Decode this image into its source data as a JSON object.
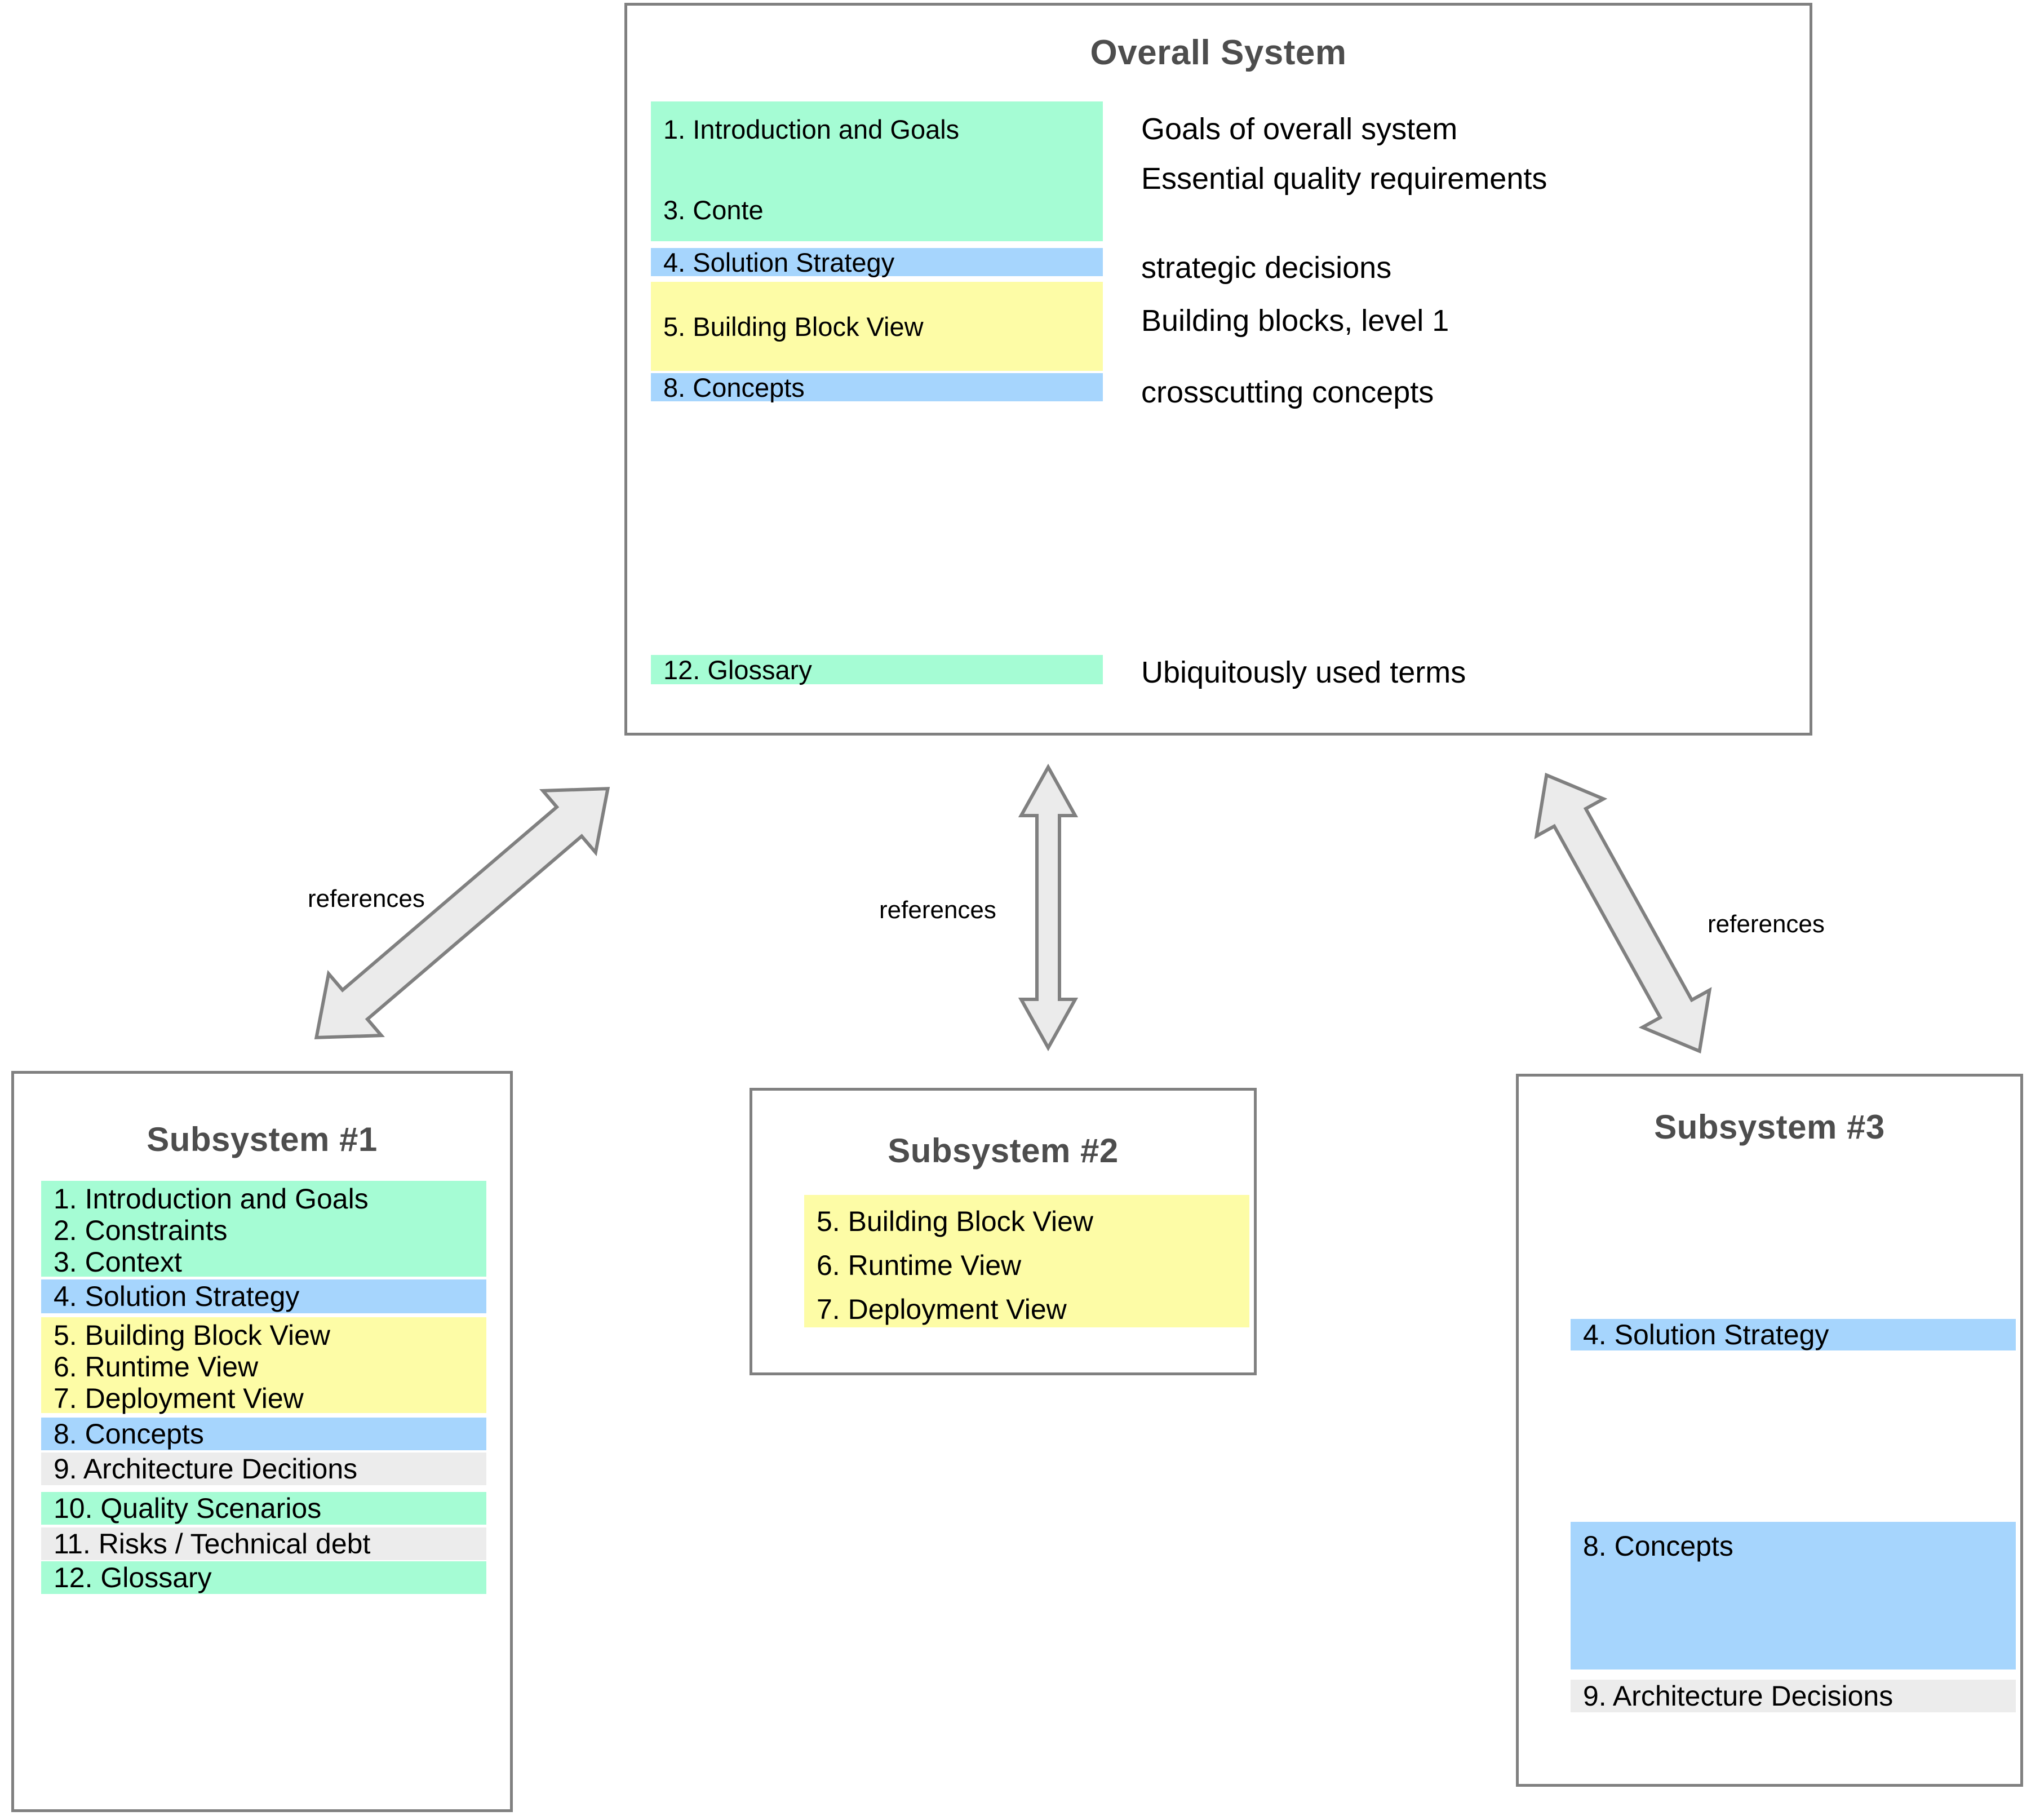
{
  "diagram": {
    "title_semantics": "arc42 documentation structure across overall system and subsystems",
    "colors": {
      "green": "#a5fcd4",
      "blue": "#a6d5fd",
      "yellow": "#fdfca6",
      "grey": "#ececec",
      "outline": "#808080",
      "arrow_fill": "#ebebeb",
      "heading_text": "#4d4d4d"
    }
  },
  "overall_system": {
    "title": "Overall System",
    "sections": [
      {
        "id": "intro",
        "color": "green",
        "lines": [
          "1. Introduction and Goals",
          "3. Conte"
        ]
      },
      {
        "id": "solution-strategy",
        "color": "blue",
        "lines": [
          "4. Solution Strategy"
        ]
      },
      {
        "id": "building-block-view",
        "color": "yellow",
        "lines": [
          "5. Building Block View"
        ]
      },
      {
        "id": "concepts",
        "color": "blue",
        "lines": [
          "8. Concepts"
        ]
      },
      {
        "id": "glossary",
        "color": "green",
        "lines": [
          "12. Glossary"
        ]
      }
    ],
    "notes": [
      "Goals of overall system",
      "Essential quality requirements",
      "strategic decisions",
      "Building blocks, level 1",
      "crosscutting concepts",
      "Ubiquitously used terms"
    ]
  },
  "subsystem_1": {
    "title": "Subsystem #1",
    "sections": [
      {
        "id": "intro-constraints-context",
        "color": "green",
        "lines": [
          "1. Introduction and Goals",
          "2. Constraints",
          "3. Context"
        ]
      },
      {
        "id": "solution-strategy",
        "color": "blue",
        "lines": [
          "4. Solution Strategy"
        ]
      },
      {
        "id": "views",
        "color": "yellow",
        "lines": [
          "5. Building Block View",
          "6. Runtime View",
          "7. Deployment View"
        ]
      },
      {
        "id": "concepts",
        "color": "blue",
        "lines": [
          "8. Concepts"
        ]
      },
      {
        "id": "architecture-decisions",
        "color": "grey",
        "lines": [
          "9. Architecture Decitions"
        ]
      },
      {
        "id": "quality-scenarios",
        "color": "green",
        "lines": [
          "10. Quality Scenarios"
        ]
      },
      {
        "id": "risks",
        "color": "grey",
        "lines": [
          "11. Risks / Technical debt"
        ]
      },
      {
        "id": "glossary",
        "color": "green",
        "lines": [
          "12. Glossary"
        ]
      }
    ]
  },
  "subsystem_2": {
    "title": "Subsystem #2",
    "sections": [
      {
        "id": "views",
        "color": "yellow",
        "lines": [
          "5. Building Block View",
          "6. Runtime View",
          "7. Deployment View"
        ]
      }
    ]
  },
  "subsystem_3": {
    "title": "Subsystem #3",
    "sections": [
      {
        "id": "solution-strategy",
        "color": "blue",
        "lines": [
          "4. Solution Strategy"
        ]
      },
      {
        "id": "concepts",
        "color": "blue",
        "lines": [
          "8. Concepts"
        ]
      },
      {
        "id": "architecture-decisions",
        "color": "grey",
        "lines": [
          "9. Architecture Decisions"
        ]
      }
    ]
  },
  "connectors": [
    {
      "id": "left",
      "label": "references",
      "from": "subsystem_1",
      "to": "overall_system",
      "style": "double-headed"
    },
    {
      "id": "middle",
      "label": "references",
      "from": "subsystem_2",
      "to": "overall_system",
      "style": "double-headed"
    },
    {
      "id": "right",
      "label": "references",
      "from": "subsystem_3",
      "to": "overall_system",
      "style": "double-headed"
    }
  ]
}
